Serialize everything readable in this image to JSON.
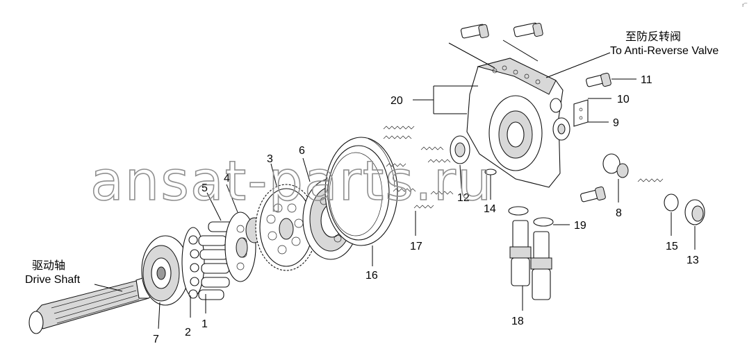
{
  "watermark": "ansat-parts.ru",
  "corner_mark": "r‾",
  "captions": {
    "drive_shaft_cn": "驱动轴",
    "drive_shaft_en": "Drive Shaft",
    "anti_reverse_cn": "至防反转阀",
    "anti_reverse_en": "To Anti-Reverse Valve"
  },
  "callouts": {
    "n1": "1",
    "n2": "2",
    "n3": "3",
    "n4": "4",
    "n5": "5",
    "n6": "6",
    "n7": "7",
    "n8": "8",
    "n9": "9",
    "n10": "10",
    "n11": "11",
    "n12": "12",
    "n13": "13",
    "n14": "14",
    "n15": "15",
    "n16": "16",
    "n17": "17",
    "n18": "18",
    "n19": "19",
    "n20": "20"
  }
}
